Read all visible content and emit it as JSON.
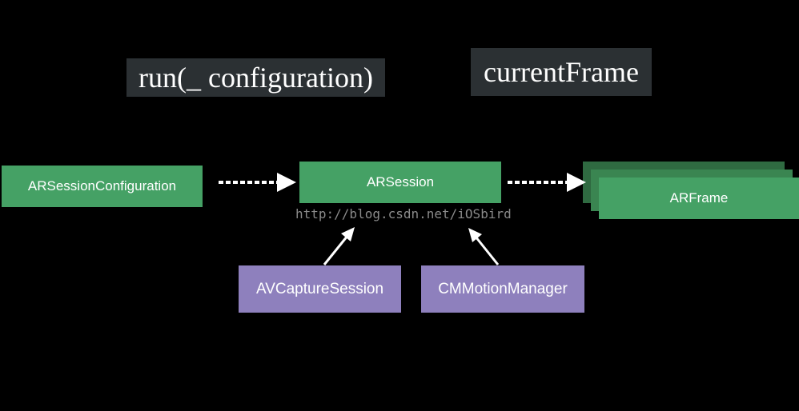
{
  "labels": {
    "run": "run(_ configuration)",
    "current_frame": "currentFrame"
  },
  "nodes": {
    "configuration": "ARSessionConfiguration",
    "session": "ARSession",
    "frame": "ARFrame",
    "capture": "AVCaptureSession",
    "motion": "CMMotionManager"
  },
  "watermark": "http://blog.csdn.net/iOSbird",
  "colors": {
    "background": "#000000",
    "label_box": "#2b3033",
    "green_node": "#45a165",
    "purple_node": "#8e80bd",
    "arrow": "#ffffff"
  },
  "icons": {
    "dashed_arrow": "dashed-right-arrow",
    "solid_arrow": "solid-up-arrow"
  }
}
